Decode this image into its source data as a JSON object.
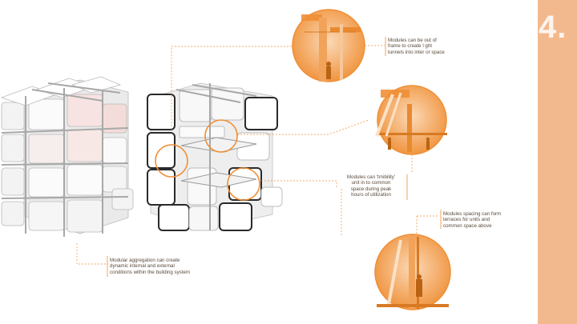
{
  "notes": {
    "n1": "Modules can be out of\nframe to create l ght\ntunnels into inter or space",
    "n2": "Modules can 'trnibility'\nunit in to common\nspace during peak\nhours of utilization",
    "n3": "Modules spacing can form\nterraces for units and\ncommon space above",
    "n4": "Modular aggregation can create\ndynamic internal and external\nconditions within the building system"
  },
  "page": {
    "number": "4."
  },
  "colors": {
    "accent": "#ef8f36",
    "accent_light": "#f6c28f",
    "bar": "#f3b98e"
  }
}
